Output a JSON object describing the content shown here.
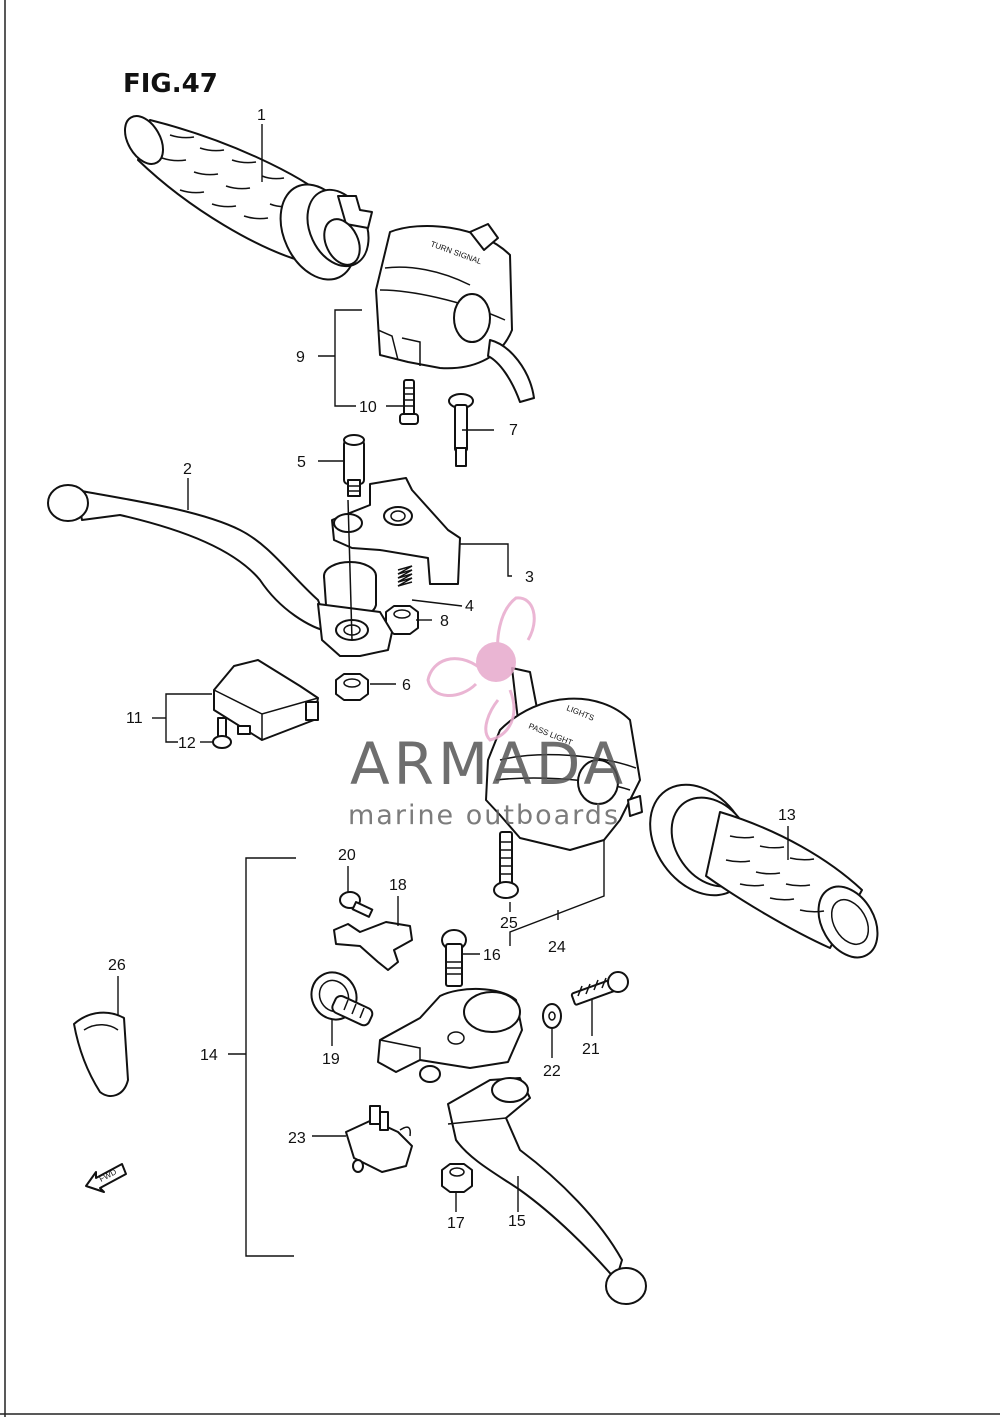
{
  "figure": {
    "title": "FIG.47"
  },
  "labels": {
    "switch_left": "TURN SIGNAL",
    "switch_right_1": "LIGHTS",
    "switch_right_2": "PASS LIGHT",
    "fwd": "FWD"
  },
  "watermark": {
    "brand": "ARMADA",
    "tagline": "marine outboards",
    "colors": {
      "logo": "#e7a9cc",
      "text": "#555555"
    }
  },
  "callouts": [
    {
      "id": "1",
      "text": "1"
    },
    {
      "id": "2",
      "text": "2"
    },
    {
      "id": "3",
      "text": "3"
    },
    {
      "id": "4",
      "text": "4"
    },
    {
      "id": "5",
      "text": "5"
    },
    {
      "id": "6",
      "text": "6"
    },
    {
      "id": "7",
      "text": "7"
    },
    {
      "id": "8",
      "text": "8"
    },
    {
      "id": "9",
      "text": "9"
    },
    {
      "id": "10",
      "text": "10"
    },
    {
      "id": "11",
      "text": "11"
    },
    {
      "id": "12",
      "text": "12"
    },
    {
      "id": "13",
      "text": "13"
    },
    {
      "id": "14",
      "text": "14"
    },
    {
      "id": "15",
      "text": "15"
    },
    {
      "id": "16",
      "text": "16"
    },
    {
      "id": "17",
      "text": "17"
    },
    {
      "id": "18",
      "text": "18"
    },
    {
      "id": "19",
      "text": "19"
    },
    {
      "id": "20",
      "text": "20"
    },
    {
      "id": "21",
      "text": "21"
    },
    {
      "id": "22",
      "text": "22"
    },
    {
      "id": "23",
      "text": "23"
    },
    {
      "id": "24",
      "text": "24"
    },
    {
      "id": "25",
      "text": "25"
    },
    {
      "id": "26",
      "text": "26"
    }
  ]
}
